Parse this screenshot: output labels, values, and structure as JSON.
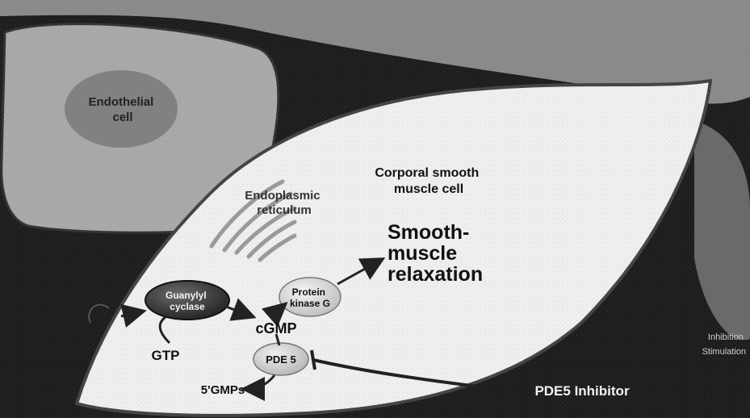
{
  "labels": {
    "endothelial_cell": [
      "Endothelial",
      "cell"
    ],
    "smooth_muscle_cell": [
      "Corporal smooth",
      "muscle cell"
    ],
    "endoplasmic_reticulum": [
      "Endoplasmic",
      "reticulum"
    ],
    "relaxation": [
      "Smooth-",
      "muscle",
      "relaxation"
    ],
    "guanylyl_cyclase": [
      "Guanylyl",
      "cyclase"
    ],
    "protein_kinase_g": [
      "Protein",
      "kinase G"
    ],
    "cgmp": "cGMP",
    "gtp": "GTP",
    "pde5": "PDE 5",
    "five_gmp": "5'GMPs",
    "pde5_inhibitor": "PDE5 Inhibitor",
    "corner_text": [
      "Inhibition",
      "Stimulation"
    ]
  },
  "colors": {
    "background": "#1e1e1e",
    "cell_fill": "#efefef",
    "guanylyl_cyclase": "#3a3a3a",
    "pde5_fill": "#d8d8d8",
    "protein_kinase_fill": "#d6d6d6"
  }
}
